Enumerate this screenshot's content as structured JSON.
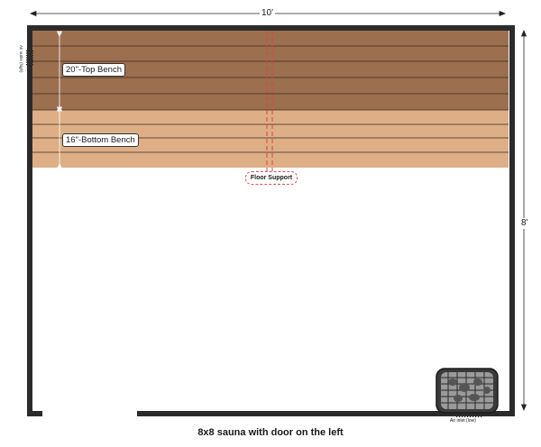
{
  "dimensions": {
    "width": "10'",
    "height": "8'"
  },
  "benches": {
    "top": {
      "label": "20\"-Top Bench",
      "color": "#9c6f4f"
    },
    "bottom": {
      "label": "16\"-Bottom Bench",
      "color": "#deaf86"
    }
  },
  "floor_support": {
    "label": "Floor Support",
    "color": "#e04040"
  },
  "air_outlet": {
    "label": "Air outlet (high)"
  },
  "air_inlet": {
    "label": "Air inlet (low)"
  },
  "wall_color": "#2b2b2b",
  "caption": "8x8 sauna with door on the left"
}
